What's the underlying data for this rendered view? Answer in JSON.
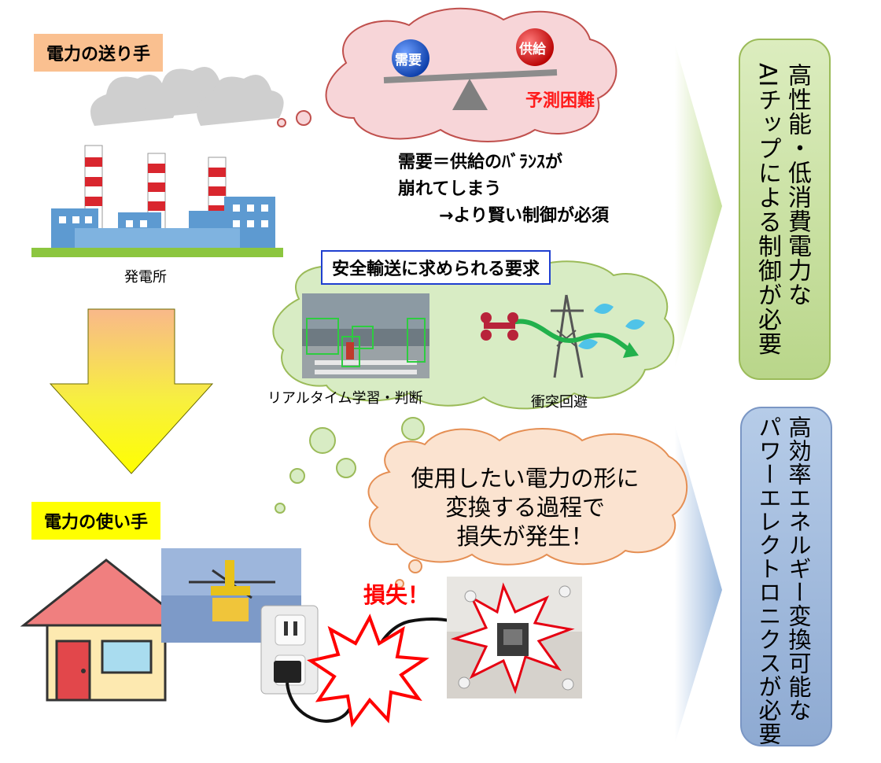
{
  "sender": {
    "label": "電力の送り手",
    "plant_caption": "発電所"
  },
  "receiver": {
    "label": "電力の使い手"
  },
  "balance": {
    "demand": "需要",
    "supply": "供給",
    "difficulty": "予測困難"
  },
  "balance_note": {
    "line1": "需要＝供給のﾊﾞﾗﾝｽが",
    "line2": "崩れてしまう",
    "line3": "→より賢い制御が必須"
  },
  "transport": {
    "title": "安全輸送に求められる要求",
    "realtime_caption": "リアルタイム学習・判断",
    "collision_caption": "衝突回避"
  },
  "loss_bubble": {
    "line1": "使用したい電力の形に",
    "line2": "変換する過程で",
    "line3": "損失が発生！"
  },
  "loss_tag": "損失！",
  "result_ai": {
    "col1": "高性能・低消費電力な",
    "col2": "AIチップによる制御が必要"
  },
  "result_power": {
    "col1": "高効率エネルギー変換可能な",
    "col2": "パワーエレクトロニクスが必要"
  },
  "colors": {
    "sender_tag": "#fac090",
    "receiver_tag": "#ffff00",
    "green_box": "#c4dd95",
    "blue_box": "#95b3d7",
    "cloud_pink": "#f7d5d8",
    "cloud_green": "#d8ecc4",
    "cloud_peach": "#fbe3d0",
    "loss_red": "#ff0000"
  }
}
